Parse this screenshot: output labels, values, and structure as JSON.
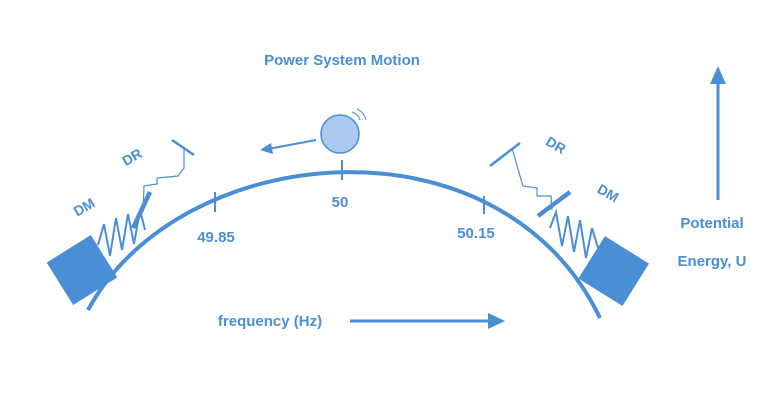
{
  "title": "Power System Motion",
  "tick_labels": {
    "low": "49.85",
    "mid": "50",
    "high": "50.15"
  },
  "left_labels": {
    "dm": "DM",
    "dr": "DR"
  },
  "right_labels": {
    "dm": "DM",
    "dr": "DR"
  },
  "axis_label": "frequency (Hz)",
  "energy_label": {
    "line1": "Potential",
    "line2": "Energy, U"
  },
  "colors": {
    "stroke": "#4a8fd6",
    "label": "#4a8fd6",
    "block": "#4a8fd6",
    "ball_fill": "#a9c9ee",
    "ball_stroke": "#4a8fd6"
  }
}
